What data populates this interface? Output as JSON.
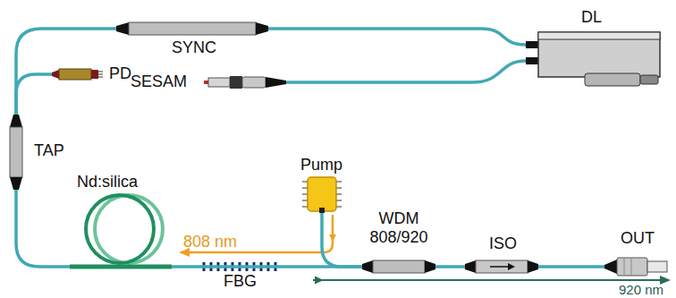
{
  "diagram": {
    "nodes": [
      {
        "text": [
          "SYNC"
        ]
      },
      {
        "text": [
          "DL"
        ]
      },
      {
        "text": [
          "SESAM"
        ]
      },
      {
        "text": [
          "PD"
        ]
      },
      {
        "text": [
          "TAP"
        ]
      },
      {
        "text": [
          "Nd:silica"
        ]
      },
      {
        "text": [
          "Pump"
        ]
      },
      {
        "text": [
          "WDM 808/920"
        ]
      },
      {
        "text": [
          "ISO"
        ]
      },
      {
        "text": [
          "OUT"
        ]
      }
    ],
    "edges": [
      {
        "from": 4,
        "to": 0,
        "arrow": "none"
      },
      {
        "from": 0,
        "to": 1,
        "arrow": "none"
      },
      {
        "from": 2,
        "to": 1,
        "arrow": "none"
      },
      {
        "from": 4,
        "to": 3,
        "arrow": "none"
      },
      {
        "from": 4,
        "to": 5,
        "arrow": "none"
      },
      {
        "from": 5,
        "to": 7,
        "arrow": "none"
      },
      {
        "from": 6,
        "to": 7,
        "arrow": "none"
      },
      {
        "from": 7,
        "to": 8,
        "arrow": "none"
      },
      {
        "from": 8,
        "to": 9,
        "arrow": "none"
      }
    ],
    "labels": [
      "808 nm",
      "FBG",
      "920 nm"
    ]
  }
}
